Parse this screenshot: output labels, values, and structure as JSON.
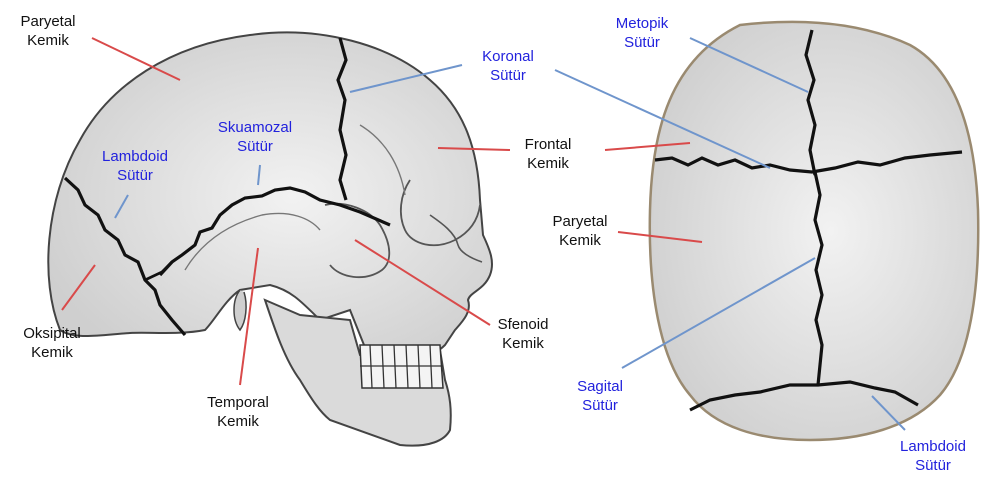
{
  "colors": {
    "bone": "#dcdcdc",
    "bone_outline": "#444444",
    "suture": "#111111",
    "bone_leader": "#d94a4a",
    "suture_leader": "#6f95cc",
    "bone_label": "#111111",
    "suture_label": "#2222dd"
  },
  "side_view": {
    "parietal": {
      "line1": "Paryetal",
      "line2": "Kemik"
    },
    "coronal": {
      "line1": "Koronal",
      "line2": "Sütür"
    },
    "squamosal": {
      "line1": "Skuamozal",
      "line2": "Sütür"
    },
    "lambdoid": {
      "line1": "Lambdoid",
      "line2": "Sütür"
    },
    "frontal": {
      "line1": "Frontal",
      "line2": "Kemik"
    },
    "occipital": {
      "line1": "Oksipital",
      "line2": "Kemik"
    },
    "temporal": {
      "line1": "Temporal",
      "line2": "Kemik"
    },
    "sphenoid": {
      "line1": "Sfenoid",
      "line2": "Kemik"
    }
  },
  "top_view": {
    "metopic": {
      "line1": "Metopik",
      "line2": "Sütür"
    },
    "parietal": {
      "line1": "Paryetal",
      "line2": "Kemik"
    },
    "sagittal": {
      "line1": "Sagital",
      "line2": "Sütür"
    },
    "lambdoid": {
      "line1": "Lambdoid",
      "line2": "Sütür"
    }
  }
}
